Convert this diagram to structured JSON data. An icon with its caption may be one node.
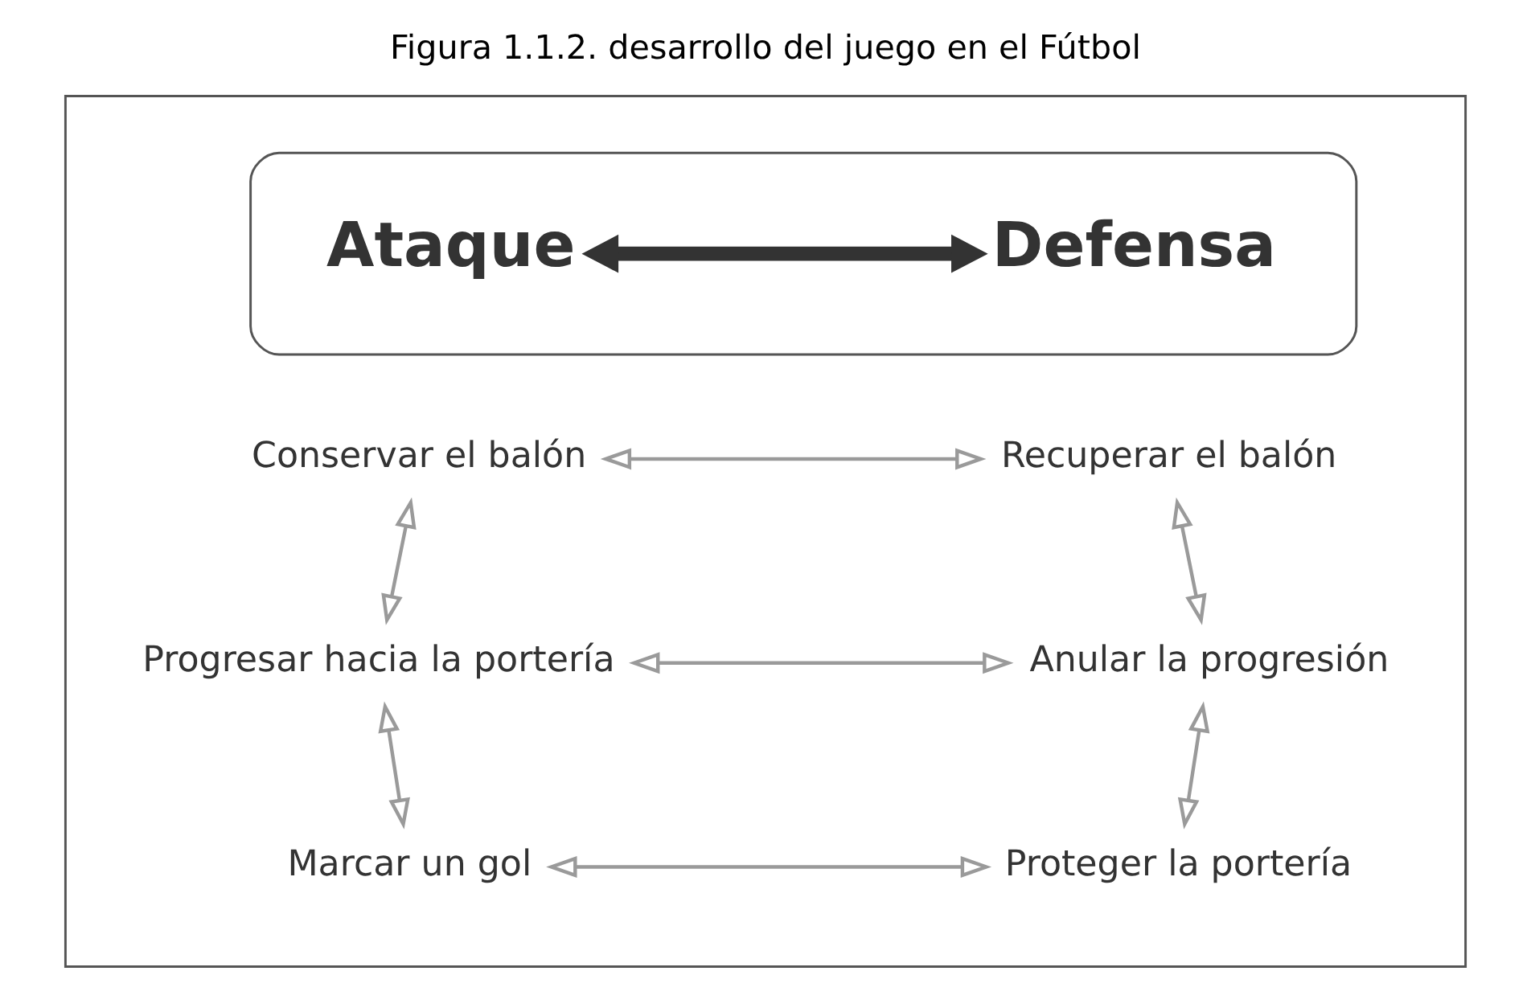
{
  "diagram": {
    "title": "Figura 1.1.2. desarrollo del juego en el Fútbol",
    "nodes": [
      {
        "text": [],
        "shape": "box"
      },
      {
        "text": [],
        "shape": "box",
        "in": 0
      },
      {
        "text": [
          "Ataque"
        ],
        "in": 1
      },
      {
        "text": [
          "Defensa"
        ],
        "in": 1
      },
      {
        "text": [
          "Conservar el balón"
        ],
        "in": 0
      },
      {
        "text": [
          "Recuperar el balón"
        ],
        "in": 0
      },
      {
        "text": [
          "Progresar hacia la portería"
        ],
        "in": 0
      },
      {
        "text": [
          "Anular la progresión"
        ],
        "in": 0
      },
      {
        "text": [
          "Marcar un gol"
        ],
        "in": 0
      },
      {
        "text": [
          "Proteger la portería"
        ],
        "in": 0
      }
    ],
    "edges": [
      {
        "from": 2,
        "to": 3,
        "arrow": "both",
        "style": "thick",
        "color": "#333333"
      },
      {
        "from": 4,
        "to": 5,
        "arrow": "both"
      },
      {
        "from": 4,
        "to": 6,
        "arrow": "both"
      },
      {
        "from": 5,
        "to": 7,
        "arrow": "both"
      },
      {
        "from": 6,
        "to": 7,
        "arrow": "both"
      },
      {
        "from": 6,
        "to": 8,
        "arrow": "both"
      },
      {
        "from": 7,
        "to": 9,
        "arrow": "both"
      },
      {
        "from": 8,
        "to": 9,
        "arrow": "both"
      }
    ]
  }
}
